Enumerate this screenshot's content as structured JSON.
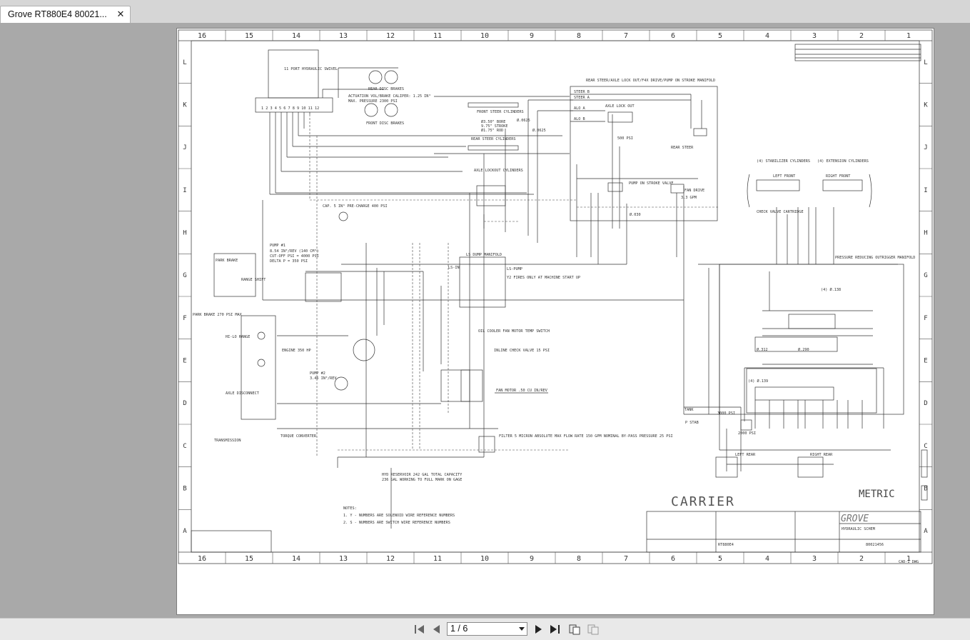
{
  "tab": {
    "title": "Grove RT880E4 80021..."
  },
  "toolbar": {
    "page_indicator": "1 / 6"
  },
  "drawing": {
    "grid_columns": [
      "16",
      "15",
      "14",
      "13",
      "12",
      "11",
      "10",
      "9",
      "8",
      "7",
      "6",
      "5",
      "4",
      "3",
      "2",
      "1"
    ],
    "grid_rows": [
      "L",
      "K",
      "J",
      "I",
      "H",
      "G",
      "F",
      "E",
      "D",
      "C",
      "B",
      "A"
    ],
    "labels": {
      "swivel": "11 PORT HYDRAULIC SWIVEL",
      "swivel_ports": "1 2 3 4 5 6 7 8 9 10 11 12",
      "rear_disc": "REAR DISC BRAKES",
      "actuation": "ACTUATION VOL/BRAKE CALIPER: 1.25 IN³",
      "max_pressure": "MAX. PRESSURE 2300 PSI",
      "front_disc": "FRONT DISC BRAKES",
      "front_steer": "FRONT STEER CYLINDERS",
      "bore": "Ø3.50\" BORE",
      "stroke": "9.75\" STROKE",
      "rod": "Ø1.75\" ROD",
      "o0625": "Ø.0625",
      "o0625b": "Ø.0625",
      "rear_steer_cyl": "REAR STEER CYLINDERS",
      "axle_lockout": "AXLE LOCKOUT CYLINDERS",
      "manifold": "REAR STEER/AXLE LOCK OUT/F4X DRIVE/PUMP ON STROKE MANIFOLD",
      "steer_b": "STEER B",
      "steer_a": "STEER A",
      "alo_a": "ALO A",
      "alo_b": "ALO B",
      "axle_lock_out": "AXLE LOCK OUT",
      "psi500": "500 PSI",
      "rear_steer": "REAR STEER",
      "pump_on_stroke": "PUMP ON STROKE VALVE",
      "fan_drive": "FAN DRIVE",
      "gpm": "3.3 GPM",
      "o030": "Ø.030",
      "stab_cyl": "(4) STABILIZER CYLINDERS",
      "ext_cyl": "(4) EXTENSION CYLINDERS",
      "left_front": "LEFT FRONT",
      "right_front": "RIGHT FRONT",
      "check_valve": "CHECK VALVE CARTRIDGE",
      "pressure_reducing": "PRESSURE REDUCING OUTRIGGER MANIFOLD",
      "acc": "CAP. 5 IN³ PRE-CHARGE 400 PSI",
      "pump1": "PUMP #1",
      "pump1_spec": "8.54 IN³/REV (140 CM³)",
      "cutoff": "CUT-OFF PSI = 4000 PSI",
      "delta": "DELTA P = 350 PSI",
      "ls_dump": "LS DUMP MANIFOLD",
      "ls_in": "LS-IN",
      "ls_pump": "LS-PUMP",
      "y2_note": "Y2 FIRES ONLY AT MACHINE START UP",
      "park_brake": "PARK BRAKE",
      "park_brake_psi": "PARK BRAKE 270 PSI MAX",
      "range_shift": "RANGE SHIFT",
      "hilo": "HI-LO RANGE",
      "axle_dis": "AXLE DISCONNECT",
      "transmission": "TRANSMISSION",
      "torque_conv": "TORQUE CONVERTER",
      "engine_rpm": "ENGINE 350 HP",
      "pump2": "PUMP #2",
      "pump2_spec": "3.46 IN³/REV",
      "oil_cooler_fan": "OIL COOLER FAN MOTOR TEMP SWITCH",
      "inline_check": "INLINE CHECK VALVE 15 PSI",
      "fan_motor": "FAN MOTOR .50 CU IN/REV",
      "filter": "FILTER 5 MICRON ABSOLUTE MAX FLOW RATE 150 GPM NOMINAL BY-PASS PRESSURE 25 PSI",
      "reservoir": "HYD RESERVOIR 242 GAL TOTAL CAPACITY",
      "reservoir2": "236 GAL WORKING TO FULL MARK ON GAGE",
      "psi3000": "3000 PSI",
      "psi2000": "2000 PSI",
      "left_rear": "LEFT REAR",
      "right_rear": "RIGHT REAR",
      "tank": "TANK",
      "p_stab": "P STAB",
      "carrier": "CARRIER",
      "metric": "METRIC",
      "notes": "NOTES:",
      "note1": "1.  Y - NUMBERS ARE SOLENOID WIRE REFERENCE NUMBERS",
      "note2": "2.  S - NUMBERS ARE SWITCH WIRE REFERENCE NUMBERS",
      "grove": "GROVE",
      "title": "HYDRAULIC SCHEM",
      "dwg_no": "80021456",
      "model": "RT880E4",
      "cad": "CAD-I DWG",
      "o139": "(4) Ø.139",
      "o138": "(4) Ø.138",
      "o312": "Ø.312",
      "o290": "Ø.290"
    }
  }
}
